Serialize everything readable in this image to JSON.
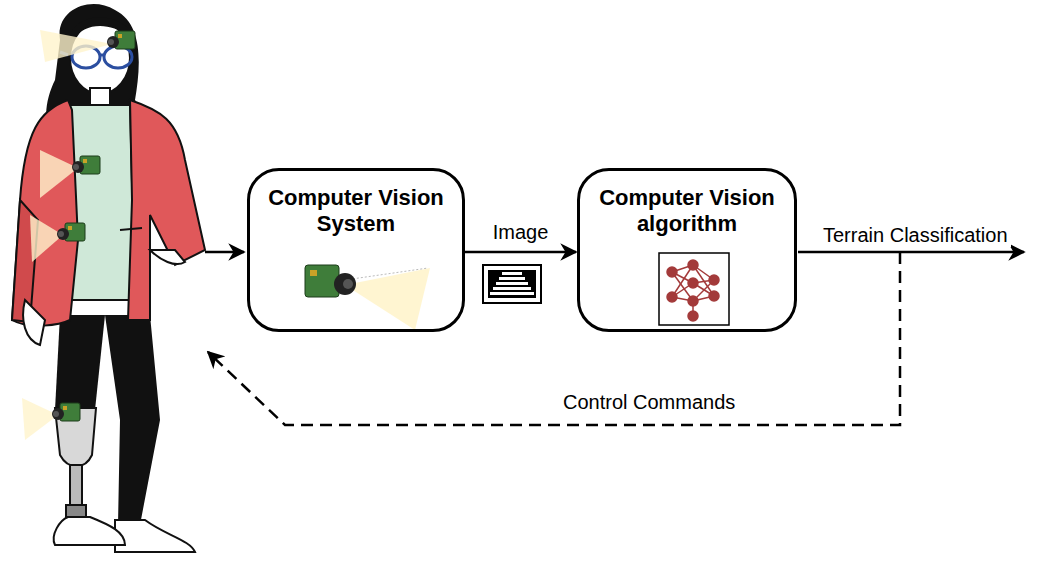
{
  "diagram": {
    "nodes": [
      {
        "text": [
          "Computer Vision System"
        ]
      },
      {
        "text": [
          "Computer Vision algorithm"
        ]
      }
    ],
    "edges": [
      {
        "from": 0,
        "to": 1,
        "label": "Image",
        "arrow": "to"
      }
    ],
    "labels": [
      "Terrain Classification",
      "Control Commands"
    ]
  }
}
